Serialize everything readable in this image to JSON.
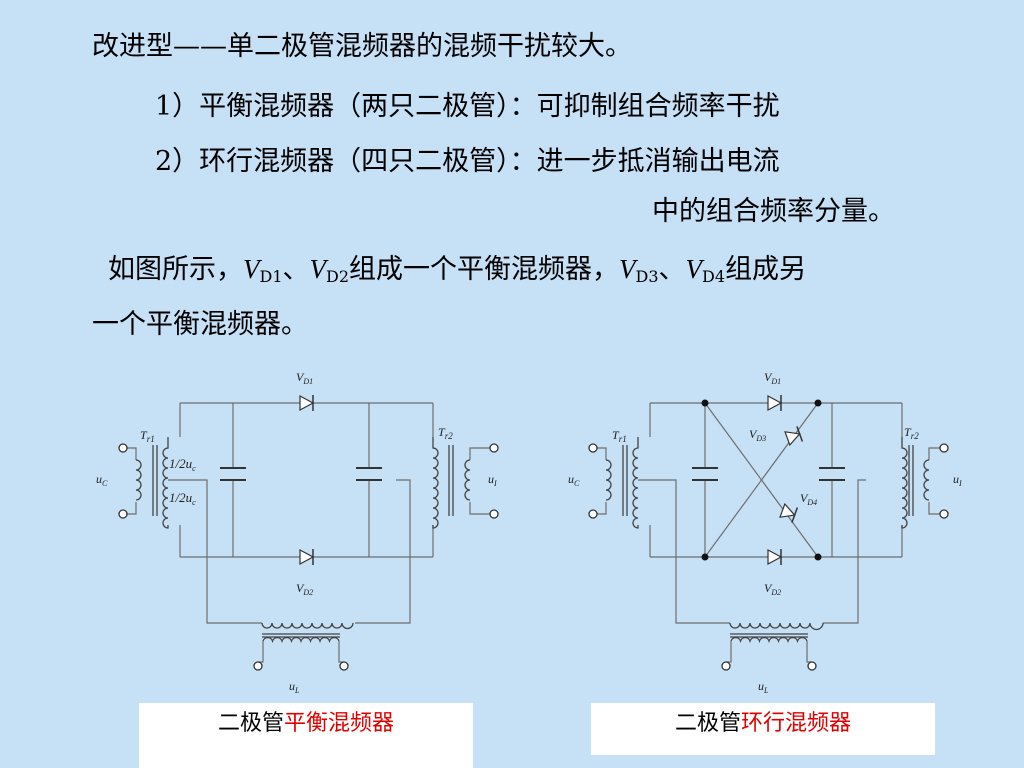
{
  "text": {
    "line1": "改进型——单二极管混频器的混频干扰较大。",
    "line2": "1）平衡混频器（两只二极管）：可抑制组合频率干扰",
    "line3": "2）环行混频器（四只二极管）：进一步抵消输出电流",
    "line4": "中的组合频率分量。",
    "line5": {
      "a": "如图所示，",
      "v": "V",
      "d1": "D1",
      "sep1": "、",
      "d2": "D2",
      "b": "组成一个平衡混频器，",
      "d3": "D3",
      "sep2": "、",
      "d4": "D4",
      "c": "组成另"
    },
    "line6": "一个平衡混频器。"
  },
  "left_circuit": {
    "vd1": "V",
    "vd1_sub": "D1",
    "vd2": "V",
    "vd2_sub": "D2",
    "tr1": "T",
    "tr1_sub": "r1",
    "tr2": "T",
    "tr2_sub": "r2",
    "uc": "u",
    "uc_sub": "C",
    "ui": "u",
    "ui_sub": "I",
    "ul": "u",
    "ul_sub": "L",
    "half_top": "1/2u",
    "half_top_sub": "c",
    "half_bot": "1/2u",
    "half_bot_sub": "c"
  },
  "right_circuit": {
    "vd1": "V",
    "vd1_sub": "D1",
    "vd2": "V",
    "vd2_sub": "D2",
    "vd3": "V",
    "vd3_sub": "D3",
    "vd4": "V",
    "vd4_sub": "D4",
    "tr1": "T",
    "tr1_sub": "r1",
    "tr2": "T",
    "tr2_sub": "r2",
    "uc": "u",
    "uc_sub": "C",
    "ui": "u",
    "ui_sub": "I",
    "ul": "u",
    "ul_sub": "L"
  },
  "captions": {
    "left_prefix": "二极管",
    "left_highlight": "平衡混频器",
    "right_prefix": "二极管",
    "right_highlight": "环行混频器"
  },
  "colors": {
    "background": "#c6e0f6",
    "highlight": "#e00000",
    "wire": "#6e6e6e"
  }
}
